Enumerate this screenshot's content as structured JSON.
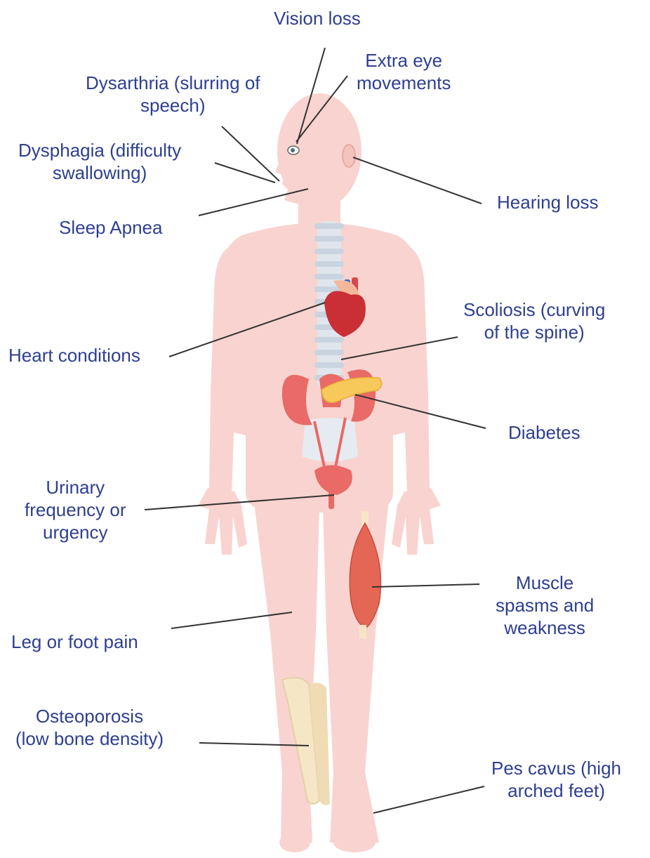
{
  "colors": {
    "label_text": "#2e3f8f",
    "leader_line": "#333333",
    "body_fill": "#f9d3cf",
    "kidney": "#e96a66",
    "heart": "#c92f35",
    "pancreas": "#f7c95a",
    "muscle": "#e46654",
    "bone": "#f5e6c6",
    "spine": "#dfe6ee"
  },
  "labels": {
    "vision_loss": [
      "Vision loss"
    ],
    "extra_eye": [
      "Extra eye",
      "movements"
    ],
    "dysarthria": [
      "Dysarthria (slurring of",
      "speech)"
    ],
    "dysphagia": [
      "Dysphagia (difficulty",
      "swallowing)"
    ],
    "hearing_loss": [
      "Hearing loss"
    ],
    "sleep_apnea": [
      "Sleep Apnea"
    ],
    "scoliosis": [
      "Scoliosis (curving",
      "of the spine)"
    ],
    "heart": [
      "Heart conditions"
    ],
    "diabetes": [
      "Diabetes"
    ],
    "urinary": [
      "Urinary",
      "frequency or",
      "urgency"
    ],
    "muscle": [
      "Muscle",
      "spasms and",
      "weakness"
    ],
    "leg_pain": [
      "Leg or foot pain"
    ],
    "osteoporosis": [
      "Osteoporosis",
      "(low bone density)"
    ],
    "pes_cavus": [
      "Pes cavus (high",
      "arched feet)"
    ]
  }
}
